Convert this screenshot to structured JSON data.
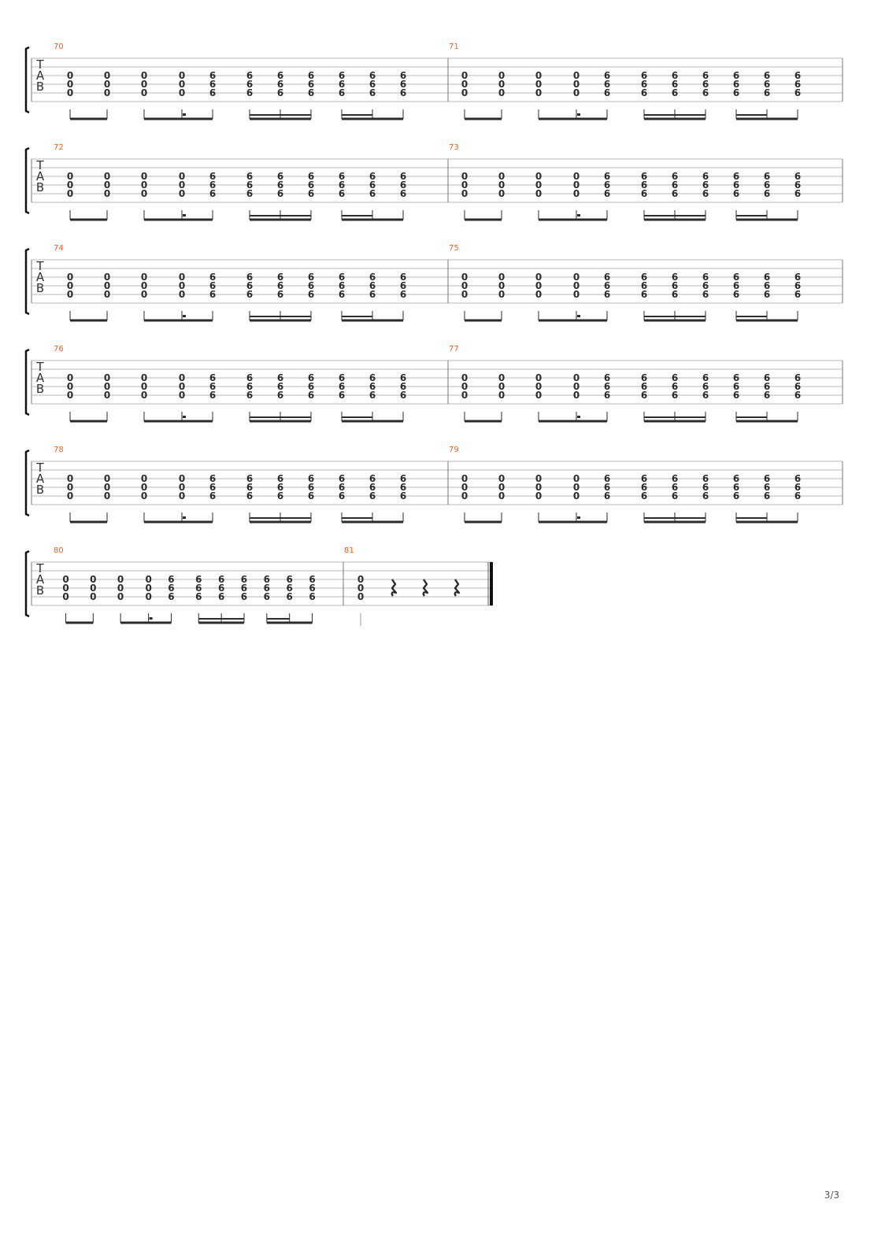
{
  "document": {
    "clef_letters": [
      "T",
      "A",
      "B"
    ],
    "page_number": "3/3",
    "colors": {
      "measure_number": "#e8622a",
      "ink": "#2b2b2b",
      "staff_line": "#b8b8b8"
    }
  },
  "patterns": {
    "full": {
      "chords": [
        [
          "0",
          "0",
          "0"
        ],
        [
          "0",
          "0",
          "0"
        ],
        [
          "0",
          "0",
          "0"
        ],
        [
          "0",
          "0",
          "0"
        ],
        [
          "6",
          "6",
          "6"
        ],
        [
          "6",
          "6",
          "6"
        ],
        [
          "6",
          "6",
          "6"
        ],
        [
          "6",
          "6",
          "6"
        ],
        [
          "6",
          "6",
          "6"
        ],
        [
          "6",
          "6",
          "6"
        ],
        [
          "6",
          "6",
          "6"
        ]
      ],
      "beam_groups": [
        [
          0,
          1
        ],
        [
          2,
          3,
          4
        ],
        [
          5,
          6,
          7
        ],
        [
          8,
          9,
          10
        ]
      ],
      "rest_between": [
        3,
        4
      ]
    }
  },
  "systems": [
    {
      "measures": [
        {
          "number": "70",
          "pattern": "full"
        },
        {
          "number": "71",
          "pattern": "full"
        }
      ]
    },
    {
      "measures": [
        {
          "number": "72",
          "pattern": "full"
        },
        {
          "number": "73",
          "pattern": "full"
        }
      ]
    },
    {
      "measures": [
        {
          "number": "74",
          "pattern": "full"
        },
        {
          "number": "75",
          "pattern": "full"
        }
      ]
    },
    {
      "measures": [
        {
          "number": "76",
          "pattern": "full"
        },
        {
          "number": "77",
          "pattern": "full"
        }
      ]
    },
    {
      "measures": [
        {
          "number": "78",
          "pattern": "full"
        },
        {
          "number": "79",
          "pattern": "full"
        }
      ]
    },
    {
      "measures": [
        {
          "number": "80",
          "pattern": "full"
        },
        {
          "number": "81",
          "chords": [
            [
              "0",
              "0",
              "0"
            ]
          ],
          "rests": 3,
          "final_barline": true
        }
      ]
    }
  ]
}
